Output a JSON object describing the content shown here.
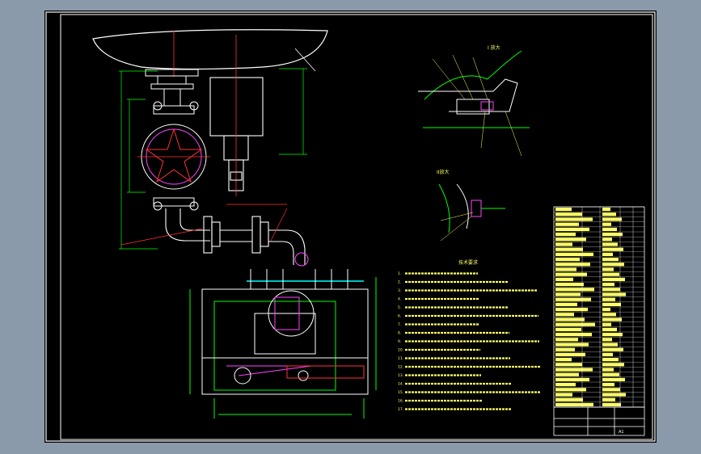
{
  "drawing": {
    "detail_view_1_label": "I 放大",
    "detail_view_2_label": "II放大",
    "notes_title": "技术要求",
    "notes": [
      "1.",
      "2.",
      "3.",
      "4.",
      "5.",
      "6.",
      "7.",
      "8.",
      "9.",
      "10.",
      "11.",
      "12.",
      "13.",
      "14.",
      "15.",
      "16.",
      "17."
    ],
    "bom_rows": 40,
    "title_block_sheet": "A1"
  },
  "colors": {
    "background": "#8b9aab",
    "sheet": "#000000",
    "frame": "#ffffff",
    "outline": "#ffffff",
    "dimension": "#00ff00",
    "leader": "#ff3333",
    "annotation": "#ffff66",
    "accent_magenta": "#ff44ff",
    "accent_cyan": "#00ffff"
  }
}
